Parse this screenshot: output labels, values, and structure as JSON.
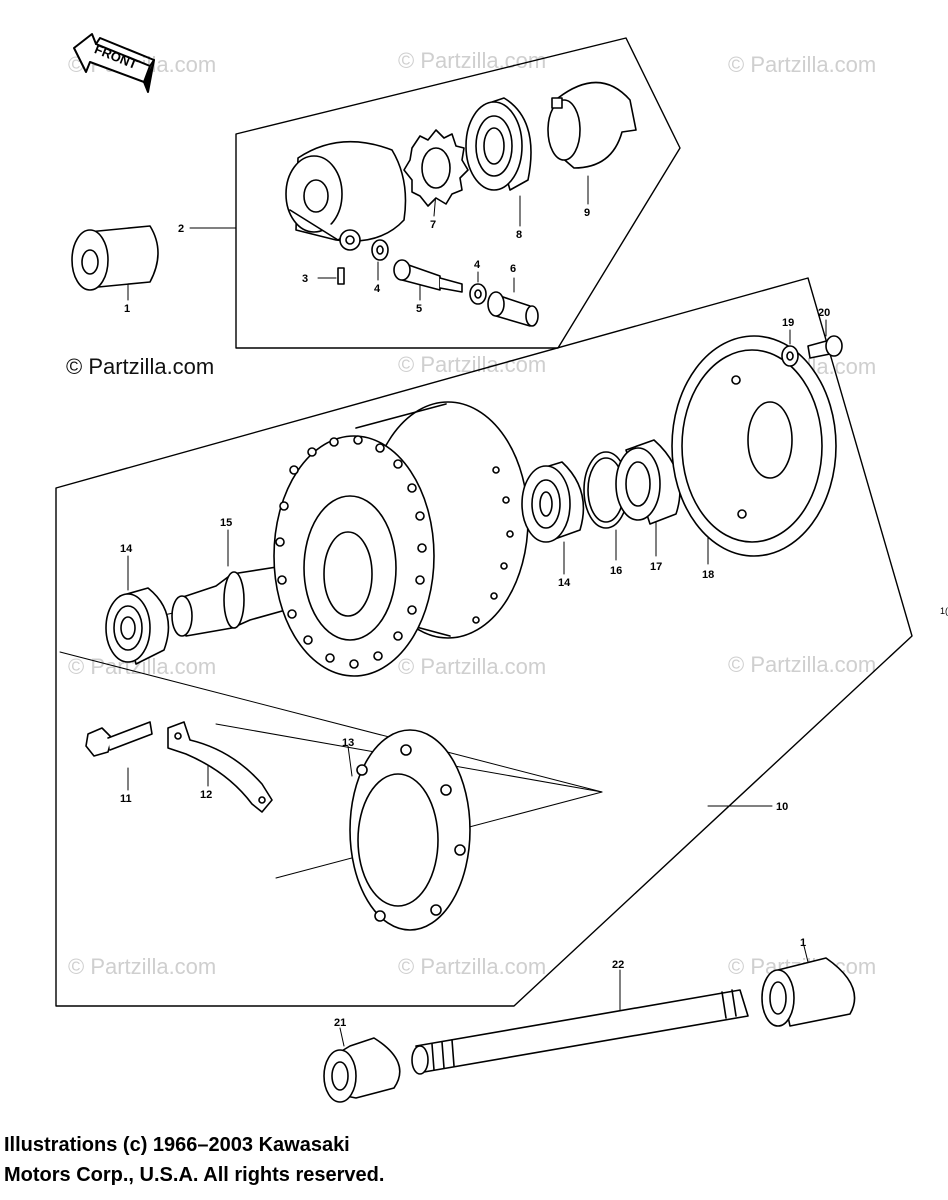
{
  "watermarks": {
    "text": "© Partzilla.com",
    "prominent": "© Partzilla.com"
  },
  "front_arrow": "FRONT",
  "callouts": {
    "c1a": "1",
    "c1b": "1",
    "c2": "2",
    "c3": "3",
    "c4a": "4",
    "c4b": "4",
    "c5": "5",
    "c6": "6",
    "c7": "7",
    "c8": "8",
    "c9": "9",
    "c10": "10",
    "c11": "11",
    "c12": "12",
    "c13": "13",
    "c14a": "14",
    "c14b": "14",
    "c15": "15",
    "c16": "16",
    "c17": "17",
    "c18": "18",
    "c19": "19",
    "c20": "20",
    "c21": "21",
    "c22": "22"
  },
  "credit": {
    "line1": "Illustrations (c) 1966–2003 Kawasaki",
    "line2": "Motors Corp., U.S.A.  All rights reserved."
  },
  "edge_mark": "1("
}
